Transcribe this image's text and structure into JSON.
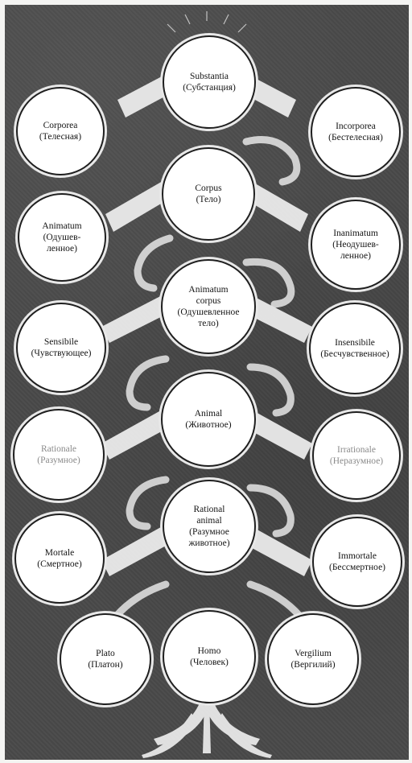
{
  "nodes": {
    "substantia": {
      "lines": [
        "Substantia",
        "(Субстанция)"
      ]
    },
    "corporea": {
      "lines": [
        "Corporea",
        "(Телесная)"
      ]
    },
    "incorporea": {
      "lines": [
        "Incorporea",
        "(Бестелесная)"
      ]
    },
    "corpus": {
      "lines": [
        "Corpus",
        "(Тело)"
      ]
    },
    "animatum": {
      "lines": [
        "Animatum",
        "(Одушев-",
        "ленное)"
      ]
    },
    "inanimatum": {
      "lines": [
        "Inanimatum",
        "(Неодушев-",
        "ленное)"
      ]
    },
    "animatum_corpus": {
      "lines": [
        "Animatum",
        "corpus",
        "(Одушевленное",
        "тело)"
      ]
    },
    "sensibile": {
      "lines": [
        "Sensibile",
        "(Чувствующее)"
      ]
    },
    "insensibile": {
      "lines": [
        "Insensibile",
        "(Бесчувственное)"
      ]
    },
    "animal": {
      "lines": [
        "Animal",
        "(Животное)"
      ]
    },
    "rationale": {
      "lines": [
        "Rationale",
        "(Разумное)"
      ]
    },
    "irrationale": {
      "lines": [
        "Irrationale",
        "(Неразумное)"
      ]
    },
    "rational_animal": {
      "lines": [
        "Rational",
        "animal",
        "(Разумное",
        "животное)"
      ]
    },
    "mortale": {
      "lines": [
        "Mortale",
        "(Смертное)"
      ]
    },
    "immortale": {
      "lines": [
        "Immortale",
        "(Бессмертное)"
      ]
    },
    "plato": {
      "lines": [
        "Plato",
        "(Платон)"
      ]
    },
    "homo": {
      "lines": [
        "Homo",
        "(Человек)"
      ]
    },
    "vergilium": {
      "lines": [
        "Vergilium",
        "(Вергилий)"
      ]
    }
  },
  "colors": {
    "background": "#4a4a4a",
    "node_fill": "#ffffff",
    "node_border": "#1f1f1f",
    "branch": "#f2f2f2"
  }
}
